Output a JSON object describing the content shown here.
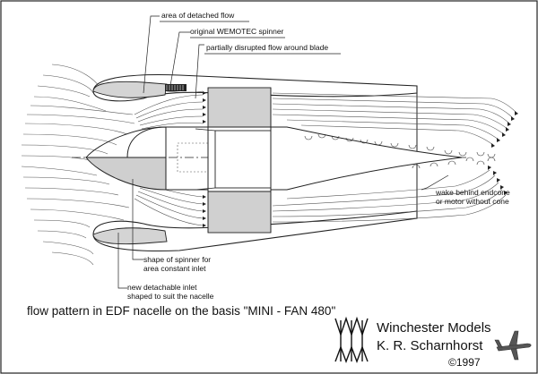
{
  "labels": {
    "detached_flow": "area of detached flow",
    "spinner": "original WEMOTEC spinner",
    "disrupted": "partially disrupted flow around blade",
    "wake_1": "wake behind endcone",
    "wake_2": "or motor without cone",
    "spinner_shape_1": "shape of spinner for",
    "spinner_shape_2": "area constant inlet",
    "inlet_1": "new detachable inlet",
    "inlet_2": "shaped to suit the nacelle"
  },
  "caption": "flow pattern in EDF nacelle on the basis \"MINI - FAN 480\"",
  "brand": {
    "name": "Winchester Models",
    "author": "K. R. Scharnhorst",
    "copyright": "©1997"
  }
}
